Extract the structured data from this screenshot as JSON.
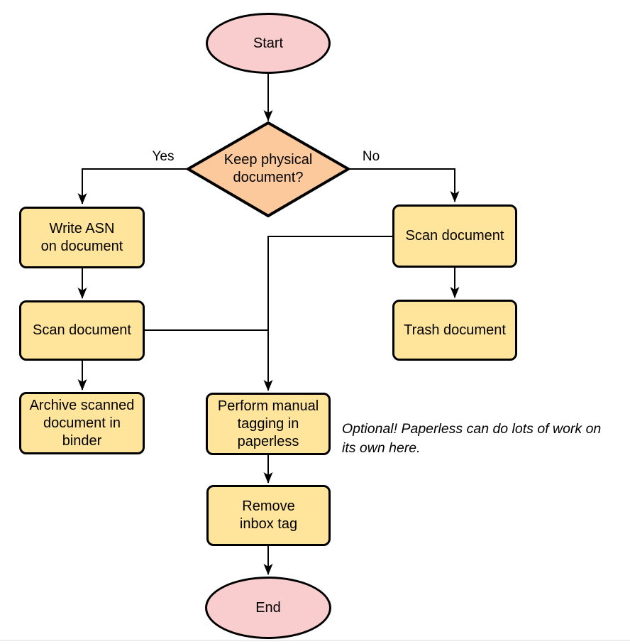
{
  "colors": {
    "terminal-fill": "#F9CDCD",
    "process-fill": "#FFE59C",
    "decision-fill": "#FCC99C",
    "line": "#000000"
  },
  "nodes": {
    "start": {
      "type": "terminal",
      "label": "Start"
    },
    "decision_keep_physical": {
      "type": "decision",
      "label": "Keep physical\ndocument?"
    },
    "write_asn": {
      "type": "process",
      "label": "Write ASN\non document"
    },
    "scan_document_left": {
      "type": "process",
      "label": "Scan document"
    },
    "archive_binder": {
      "type": "process",
      "label": "Archive scanned\ndocument in\nbinder"
    },
    "scan_document_right": {
      "type": "process",
      "label": "Scan document"
    },
    "trash_document": {
      "type": "process",
      "label": "Trash document"
    },
    "manual_tagging": {
      "type": "process",
      "label": "Perform manual\ntagging in\npaperless"
    },
    "remove_inbox_tag": {
      "type": "process",
      "label": "Remove\ninbox tag"
    },
    "end": {
      "type": "terminal",
      "label": "End"
    }
  },
  "edge_labels": {
    "yes": "Yes",
    "no": "No"
  },
  "annotation": {
    "text": "Optional! Paperless can do lots of work on\nits own here."
  }
}
